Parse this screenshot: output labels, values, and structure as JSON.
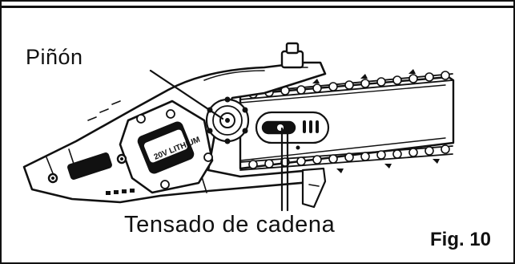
{
  "figure": {
    "fig_label": "Fig. 10",
    "callouts": {
      "sprocket": "Piñón",
      "chain_tension": "Tensado de cadena"
    },
    "housing_marking": "20V LITHIUM"
  },
  "colors": {
    "ink": "#111111",
    "paper": "#ffffff"
  }
}
